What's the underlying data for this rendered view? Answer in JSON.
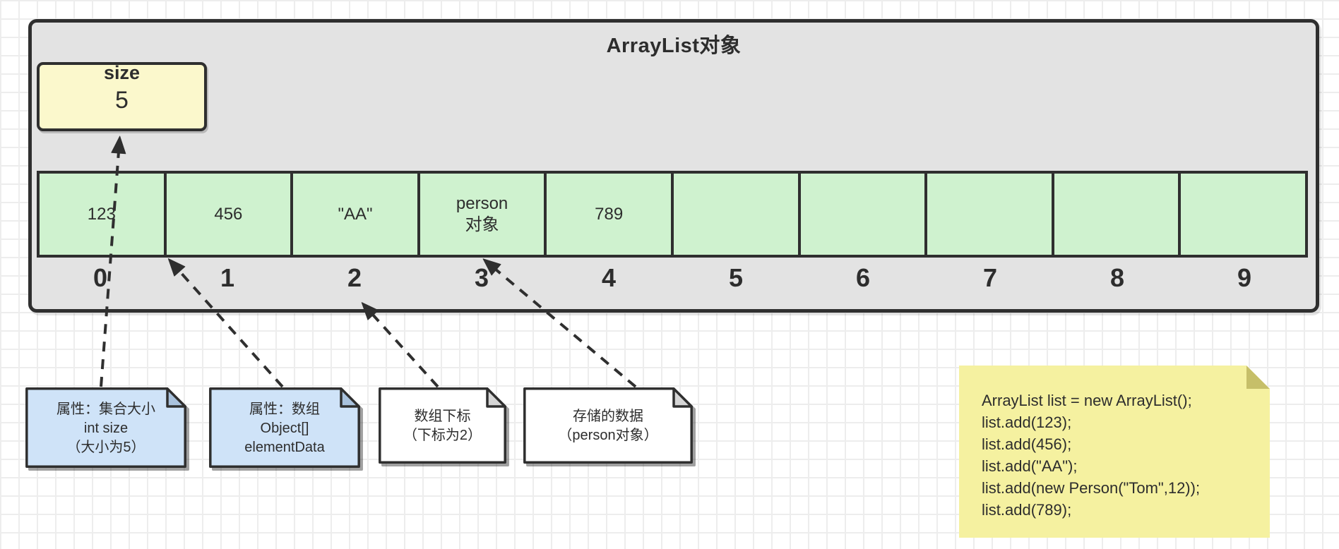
{
  "diagram": {
    "title": "ArrayList对象",
    "size_box": {
      "label": "size",
      "value": "5"
    },
    "array": {
      "cells": [
        "123",
        "456",
        "\"AA\"",
        "person\n对象",
        "789",
        "",
        "",
        "",
        "",
        ""
      ],
      "indices": [
        "0",
        "1",
        "2",
        "3",
        "4",
        "5",
        "6",
        "7",
        "8",
        "9"
      ]
    },
    "notes": [
      {
        "lines": [
          "属性：集合大小",
          "int size",
          "（大小为5）"
        ]
      },
      {
        "lines": [
          "属性：数组",
          "Object[]",
          "elementData"
        ]
      },
      {
        "lines": [
          "数组下标",
          "（下标为2）"
        ]
      },
      {
        "lines": [
          "存储的数据",
          "（person对象）"
        ]
      }
    ],
    "code_note": {
      "lines": [
        "ArrayList list = new ArrayList();",
        "list.add(123);",
        "list.add(456);",
        "list.add(\"AA\");",
        "list.add(new Person(\"Tom\",12));",
        "list.add(789);"
      ]
    },
    "colors": {
      "stroke": "#2f2f2f",
      "container_bg": "#e3e3e3",
      "cell_bg": "#cff2cf",
      "size_box_bg": "#fbf8cc",
      "note_blue_bg": "#cfe3f8",
      "note_blue_fold": "#a9c2dd",
      "note_white_bg": "#ffffff",
      "note_white_fold": "#d6d6d6",
      "sticky_bg": "#f5f1a0",
      "sticky_fold": "#c6bf69"
    }
  }
}
